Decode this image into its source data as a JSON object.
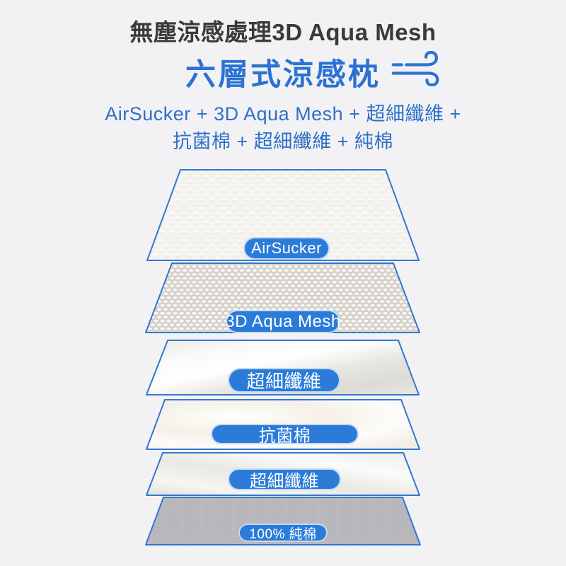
{
  "page": {
    "background_color": "#f2f2f4"
  },
  "header": {
    "title": "無塵涼感處理3D Aqua Mesh",
    "subtitle": "六層式涼感枕",
    "wind_icon": "wind-lines-with-curls",
    "formula_line1": "AirSucker + 3D Aqua Mesh + 超細纖維 +",
    "formula_line2": "抗菌棉 + 超細纖維 + 純棉"
  },
  "colors": {
    "title_text": "#3a3a3c",
    "accent_blue": "#2b72d4",
    "formula_blue": "#2e6fc9",
    "pill_blue": "#2b7cd9",
    "layer_border_blue": "#3477cd"
  },
  "diagram": {
    "layer_count": 6,
    "layers": [
      {
        "label": "AirSucker",
        "texture": "embossed-white-fabric"
      },
      {
        "label": "3D Aqua Mesh",
        "texture": "honeycomb-mesh"
      },
      {
        "label": "超細纖維",
        "texture": "microfiber-satin"
      },
      {
        "label": "抗菌棉",
        "texture": "antibacterial-cotton"
      },
      {
        "label": "超細纖維",
        "texture": "microfiber-satin"
      },
      {
        "label": "100% 純棉",
        "texture": "gray-cotton-weave"
      }
    ]
  }
}
